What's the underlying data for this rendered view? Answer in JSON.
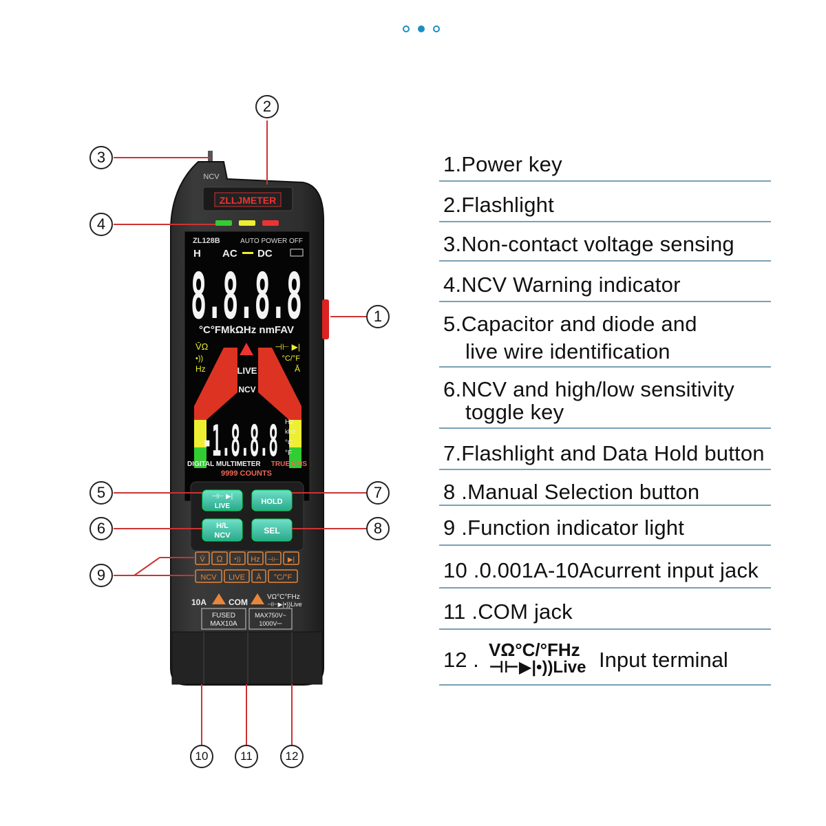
{
  "carousel": {
    "count": 3,
    "active_index": 1,
    "accent_color": "#1a8fc4"
  },
  "device": {
    "brand": "ZLLJMETER",
    "model": "ZL128B",
    "auto_power_off": "AUTO POWER OFF",
    "ncv_probe_label": "NCV",
    "mode_h": "H",
    "mode_ac": "AC",
    "mode_dc": "DC",
    "main_digits": "8.8.8.8",
    "units": "°C°FMkΩHz nmFAV",
    "left_sym1": "V̄Ω",
    "left_sym2": "•))",
    "left_sym3": "Hz",
    "right_sym1": "⊣⊢ ▶|",
    "right_sym2": "°C/°F",
    "right_sym3": "Ā",
    "live_label": "LIVE",
    "ncv_label": "NCV",
    "sub_digits": "-1.8.8.8",
    "sub_units": [
      "Hz",
      "kHz",
      "°C",
      "°F"
    ],
    "footer_left": "DIGITAL MULTIMETER",
    "footer_right": "TRUE RMS",
    "counts": "9999 COUNTS",
    "btn_cap_top": "⊣⊢ ▶|",
    "btn_cap_bottom": "LIVE",
    "btn_hold": "HOLD",
    "btn_hl_top": "H/L",
    "btn_hl_bottom": "NCV",
    "btn_sel": "SEL",
    "ind_row1": [
      "V̄",
      "Ω",
      "•))",
      "Hz",
      "⊣⊢",
      "▶|"
    ],
    "ind_row2": [
      "NCV",
      "LIVE",
      "Ā",
      "°C/°F"
    ],
    "jack_10a": "10A",
    "jack_com": "COM",
    "jack_v_line1": "VΩ°C°FHz",
    "jack_v_line2": "⊣⊢▶|•))Live",
    "fuse_line1": "FUSED",
    "fuse_line2": "MAX10A",
    "max_line1": "MAX750V~",
    "max_line2": "1000V⎓"
  },
  "callouts": [
    "1",
    "2",
    "3",
    "4",
    "5",
    "6",
    "7",
    "8",
    "9",
    "10",
    "11",
    "12"
  ],
  "legend": {
    "i1": "1.Power key",
    "i2": "2.Flashlight",
    "i3": "3.Non-contact voltage sensing",
    "i4": "4.NCV Warning indicator",
    "i5a": "5.Capacitor and diode and",
    "i5b": "live wire identification",
    "i6a": "6.NCV and high/low sensitivity",
    "i6b": "toggle key",
    "i7": "7.Flashlight and Data Hold button",
    "i8": "8 .Manual Selection button",
    "i9": "9 .Function indicator light",
    "i10": "10 .0.001A-10Acurrent input jack",
    "i11": "11 .COM jack",
    "i12_prefix": "12 .",
    "i12_sym1": "VΩ°C/°FHz",
    "i12_sym2": "⊣⊢▶|•))Live",
    "i12_text": "Input terminal"
  }
}
